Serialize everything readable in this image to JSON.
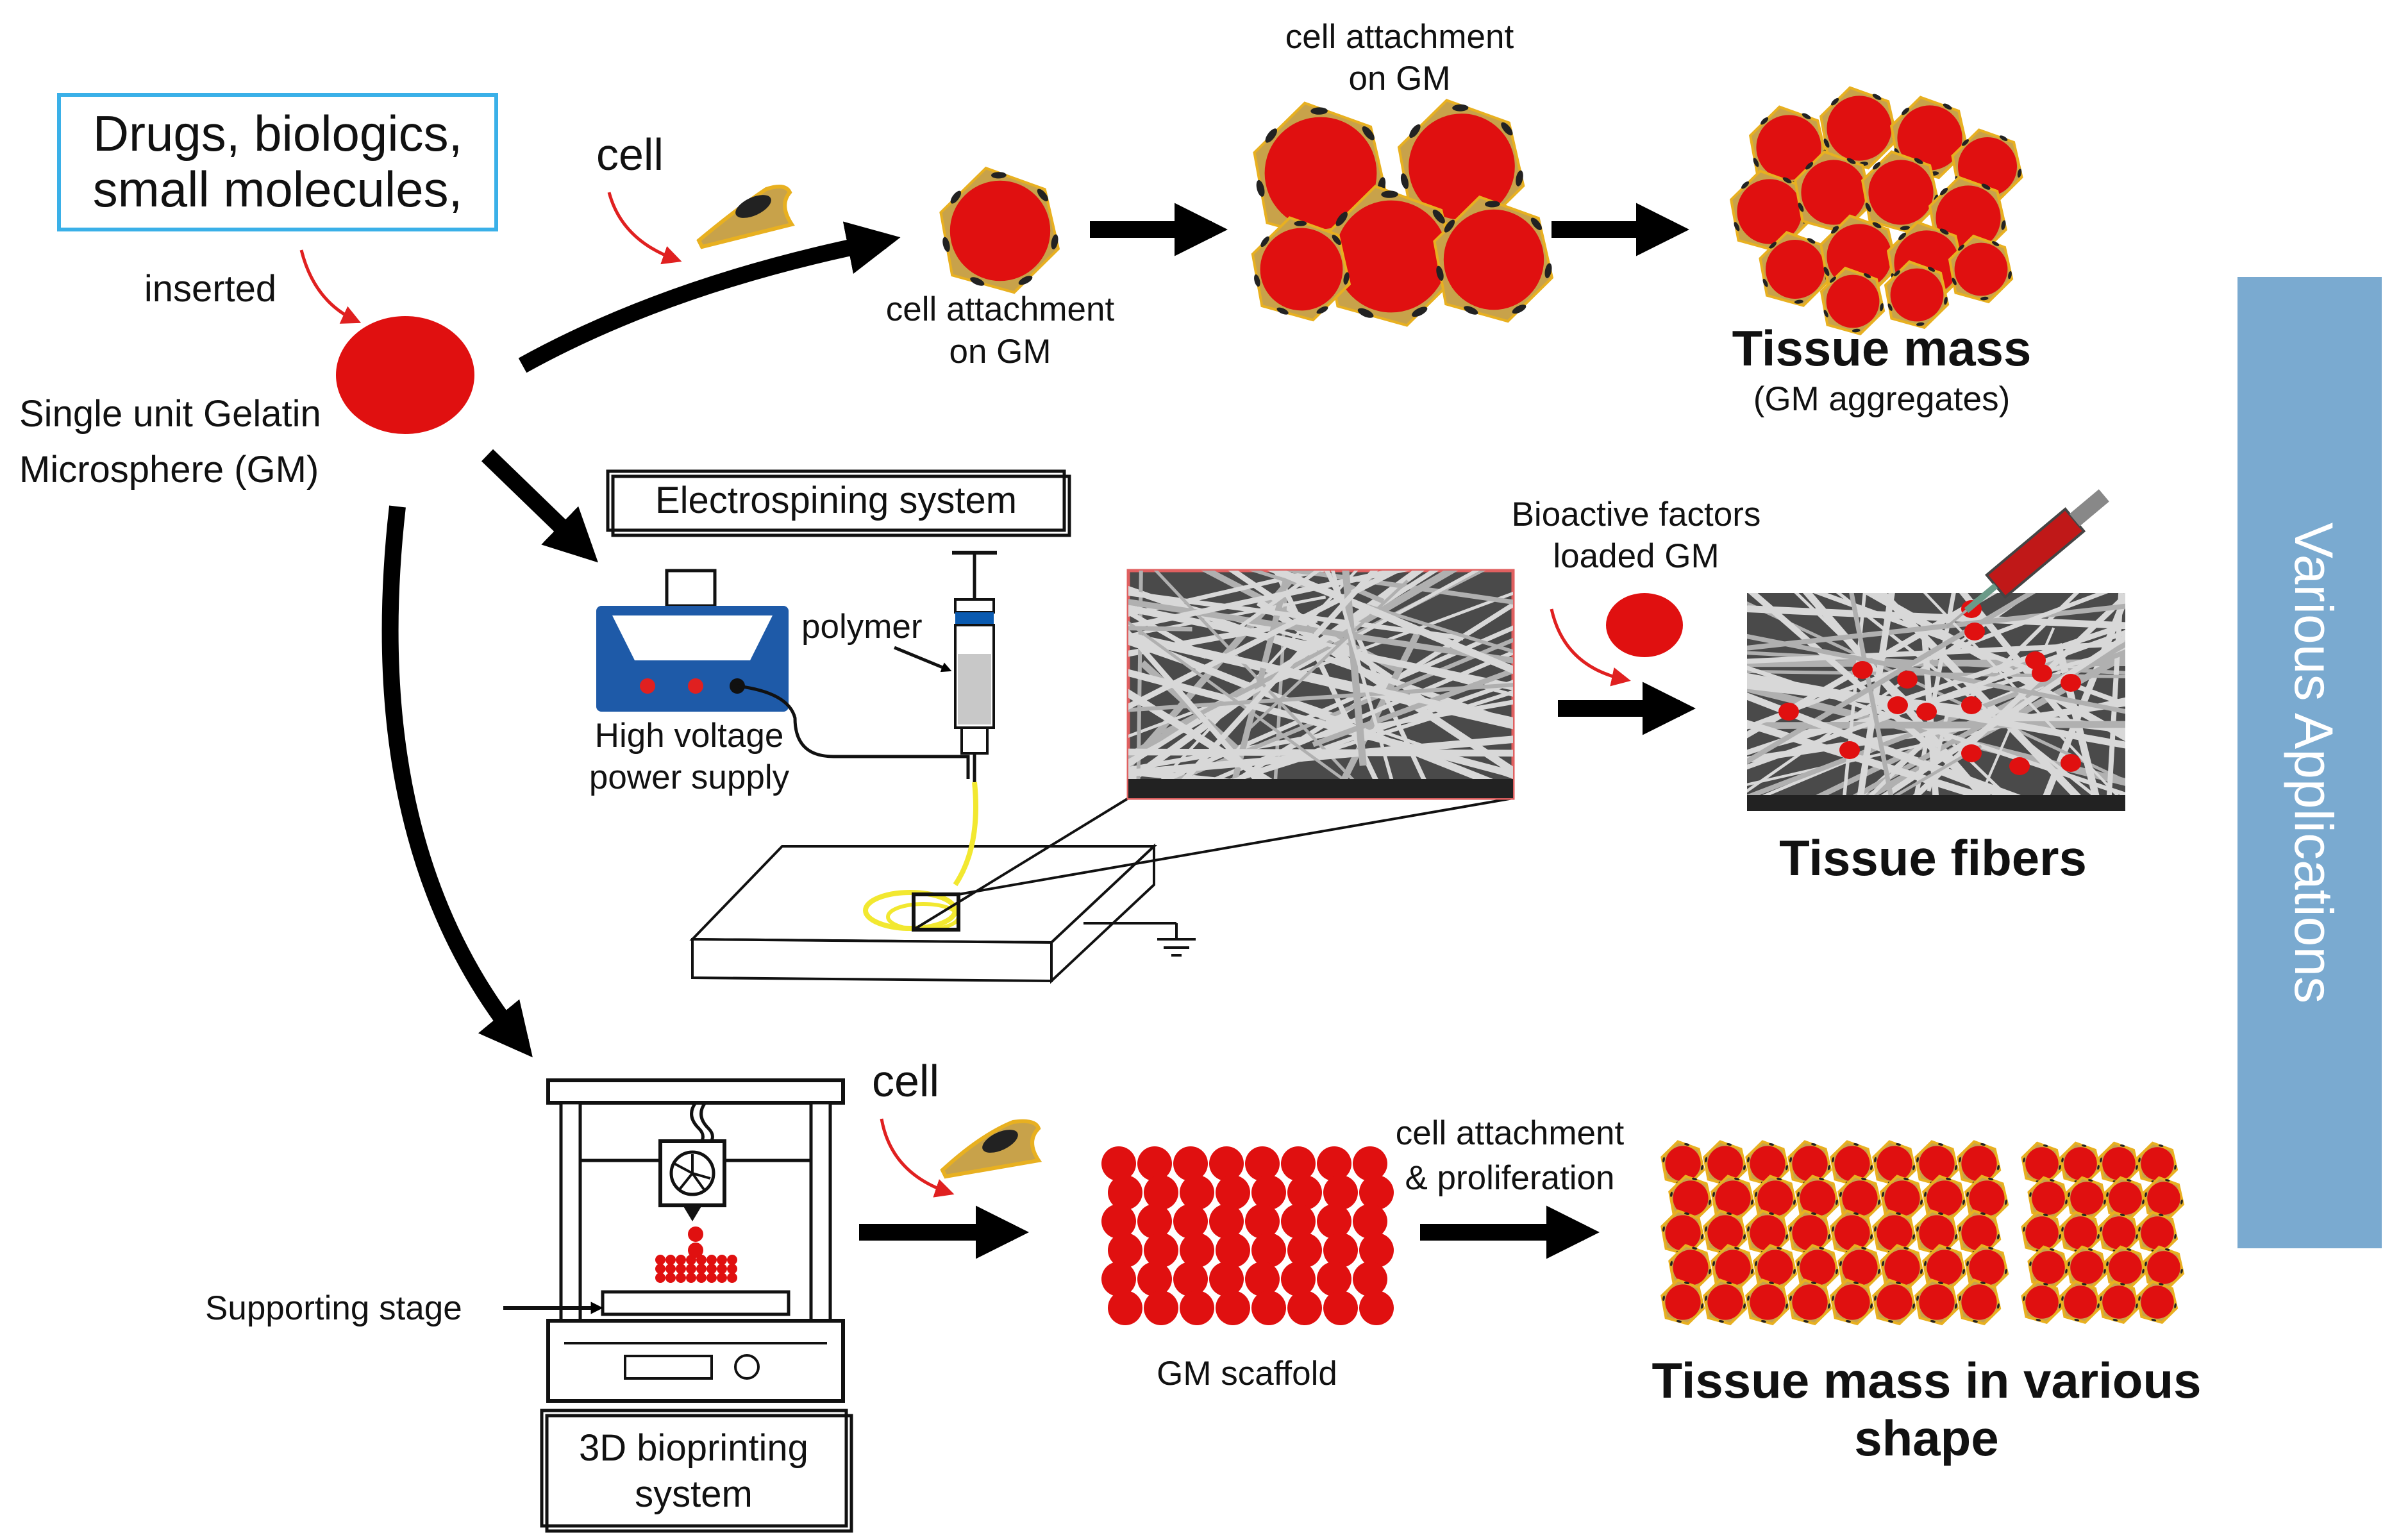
{
  "inputs_box": {
    "line1": "Drugs, biologics,",
    "line2": "small molecules,"
  },
  "inserted_label": "inserted",
  "gm_label": {
    "line1": "Single unit Gelatin",
    "line2": "Microsphere (GM)"
  },
  "top_row": {
    "cell_label": "cell",
    "single_attach": {
      "line1": "cell attachment",
      "line2": "on GM"
    },
    "cluster_attach": {
      "line1": "cell attachment",
      "line2": "on GM"
    },
    "tissue_mass": "Tissue mass",
    "tissue_mass_sub": "(GM aggregates)"
  },
  "middle_row": {
    "system_label": "Electrospining system",
    "power_label": {
      "line1": "High voltage",
      "line2": "power supply"
    },
    "polymer_label": "polymer",
    "bioactive_label": {
      "line1": "Bioactive factors",
      "line2": "loaded GM"
    },
    "tissue_fibers": "Tissue fibers"
  },
  "bottom_row": {
    "cell_label": "cell",
    "stage_label": "Supporting stage",
    "printer_label": {
      "line1": "3D bioprinting",
      "line2": "system"
    },
    "scaffold_label": "GM scaffold",
    "proliferation_label": {
      "line1": "cell attachment",
      "line2": "& proliferation"
    },
    "result": {
      "line1": "Tissue mass in various",
      "line2": "shape"
    }
  },
  "side_panel": {
    "label": "Various Applications"
  },
  "colors": {
    "microsphere": "#e01010",
    "cell_body": "#c8a24a",
    "cell_border": "#e8b020",
    "arrow": "#000000",
    "accent_arrow": "#e02020",
    "input_box_border": "#3ab0e8",
    "fiber_yellow": "#f2e830",
    "side_panel": "#7aaad0",
    "power_supply": "#1e5aa8"
  }
}
